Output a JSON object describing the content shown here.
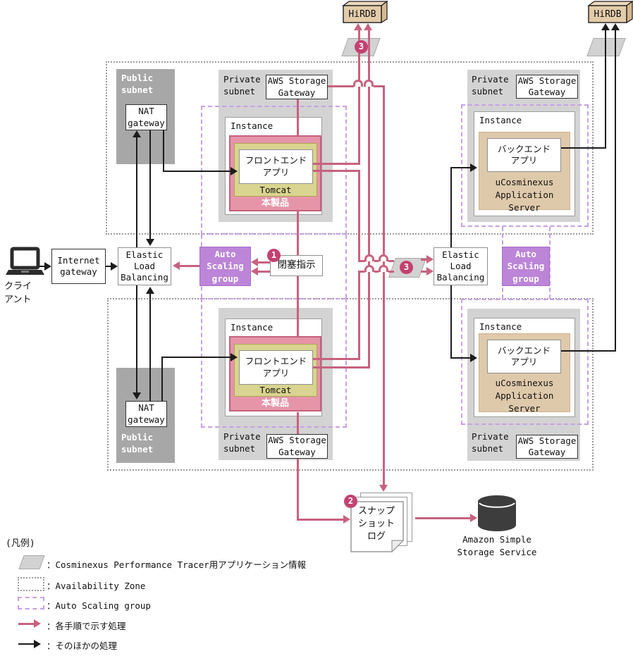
{
  "nodes": {
    "hirdb": "HiRDB",
    "client": [
      "クライ",
      "アント"
    ],
    "internet_gateway": "Internet gateway",
    "elastic_load_balancing": "Elastic Load Balancing",
    "auto_scaling_group": "Auto Scaling group",
    "block_instruction": "閉塞指示",
    "public_subnet": "Public subnet",
    "private_subnet": "Private subnet",
    "nat_gateway": "NAT gateway",
    "aws_storage_gateway": "AWS Storage Gateway",
    "instance": "Instance",
    "frontend_app": [
      "フロントエンド",
      "アプリ"
    ],
    "tomcat": "Tomcat",
    "product": "本製品",
    "backend_app": [
      "バックエンド",
      "アプリ"
    ],
    "app_server": "uCosminexus Application Server",
    "snapshot_log": [
      "スナップ",
      "ショット",
      "ログ"
    ],
    "s3": "Amazon Simple Storage Service"
  },
  "steps": {
    "one": "1",
    "two": "2",
    "three": "3"
  },
  "legend": {
    "heading": "(凡例)",
    "items": [
      {
        "label": "：Cosminexus Performance Tracer用アプリケーション情報"
      },
      {
        "label": "：Availability Zone"
      },
      {
        "label": "：Auto Scaling group"
      },
      {
        "label": "：各手順で示す処理"
      },
      {
        "label": "：そのほかの処理"
      }
    ]
  },
  "colors": {
    "process_arrow": "#C7627F",
    "step_badge": "#C34270",
    "product_fill": "#E695A9",
    "product_border": "#C4607D",
    "tomcat_fill": "#D9D48F",
    "app_server_fill": "#DFC9AB",
    "hirdb_fill": "#E3CCAA",
    "asg_fill": "#BC85D8",
    "asg_dashed": "#C89FE6",
    "public_subnet": "#A7A7A7",
    "private_subnet": "#D3D3D3",
    "other_arrow": "#1C1C1C"
  }
}
